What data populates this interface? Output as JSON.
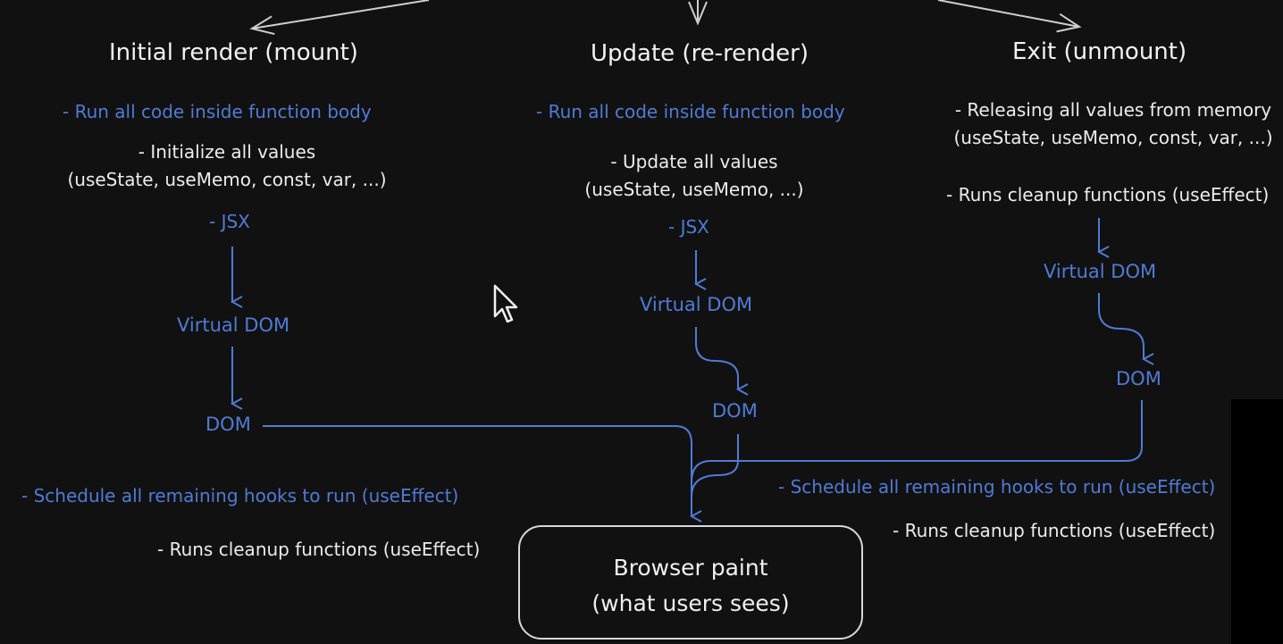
{
  "columns": {
    "mount": {
      "title": "Initial render (mount)",
      "run_code": "- Run all code inside function body",
      "init_line1": "- Initialize all values",
      "init_line2": "(useState, useMemo, const, var, ...)",
      "jsx": "- JSX",
      "vdom": "Virtual DOM",
      "dom": "DOM",
      "schedule": "- Schedule all remaining hooks to run (useEffect)",
      "cleanup": "- Runs cleanup functions (useEffect)"
    },
    "update": {
      "title": "Update (re-render)",
      "run_code": "- Run all code inside function body",
      "update_line1": "- Update all values",
      "update_line2": "(useState, useMemo, ...)",
      "jsx": "- JSX",
      "vdom": "Virtual DOM",
      "dom": "DOM",
      "schedule": "- Schedule all remaining hooks to run (useEffect)",
      "cleanup": "- Runs cleanup functions (useEffect)"
    },
    "unmount": {
      "title": "Exit (unmount)",
      "release_line1": "- Releasing all values from memory",
      "release_line2": "(useState, useMemo, const, var, ...)",
      "cleanup": "- Runs cleanup functions (useEffect)",
      "vdom": "Virtual DOM",
      "dom": "DOM"
    }
  },
  "paint": {
    "line1": "Browser paint",
    "line2": "(what users sees)"
  },
  "colors": {
    "background": "#111111",
    "accent_blue": "#4f7bd6",
    "text_white": "#ececec",
    "wire_white": "#cfcfcf"
  }
}
